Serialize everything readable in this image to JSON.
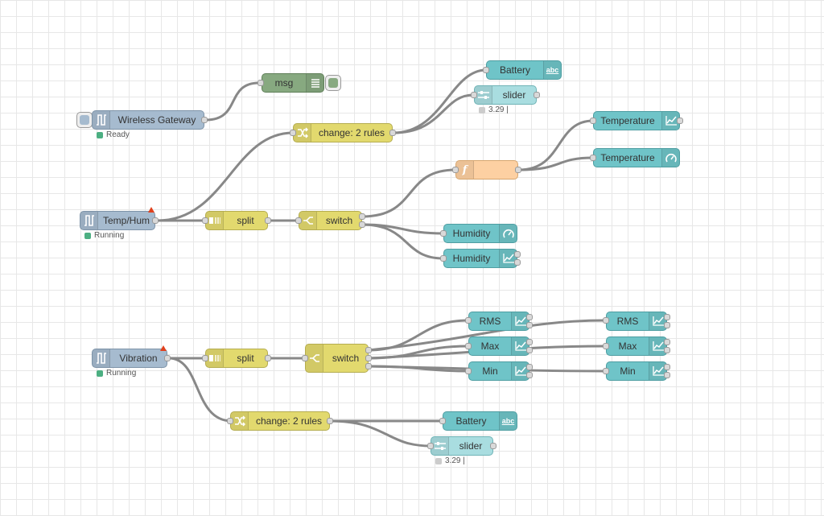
{
  "colors": {
    "ui": "#6fc4c8",
    "function_yellow": "#e2d96e",
    "input_blue": "#a6bbcf",
    "debug_green": "#87a980",
    "func_orange": "#fdd0a2",
    "wire": "#888888"
  },
  "nodes": {
    "msg": {
      "label": "msg",
      "icon": "list-icon"
    },
    "wireless_gateway": {
      "label": "Wireless Gateway",
      "icon": "pulse-icon",
      "status": "Ready"
    },
    "change_top": {
      "label": "change: 2 rules",
      "icon": "shuffle-icon"
    },
    "battery_top": {
      "label": "Battery",
      "icon": "abc-icon"
    },
    "slider_top": {
      "label": "slider",
      "icon": "slider-icon",
      "status": "3.29 |"
    },
    "function": {
      "label": "",
      "icon": "function-icon"
    },
    "temperature_chart": {
      "label": "Temperature",
      "icon": "chart-icon"
    },
    "temperature_gauge": {
      "label": "Temperature",
      "icon": "gauge-icon"
    },
    "temp_hum": {
      "label": "Temp/Hum",
      "icon": "pulse-icon",
      "status": "Running"
    },
    "split_top": {
      "label": "split",
      "icon": "split-icon"
    },
    "switch_top": {
      "label": "switch",
      "icon": "switch-icon"
    },
    "humidity_gauge": {
      "label": "Humidity",
      "icon": "gauge-icon"
    },
    "humidity_chart": {
      "label": "Humidity",
      "icon": "chart-icon"
    },
    "vibration": {
      "label": "Vibration",
      "icon": "pulse-icon",
      "status": "Running"
    },
    "split_bottom": {
      "label": "split",
      "icon": "split-icon"
    },
    "switch_bottom": {
      "label": "switch",
      "icon": "switch-icon"
    },
    "rms_1": {
      "label": "RMS",
      "icon": "chart-icon"
    },
    "max_1": {
      "label": "Max",
      "icon": "chart-icon"
    },
    "min_1": {
      "label": "Min",
      "icon": "chart-icon"
    },
    "rms_2": {
      "label": "RMS",
      "icon": "chart-icon"
    },
    "max_2": {
      "label": "Max",
      "icon": "chart-icon"
    },
    "min_2": {
      "label": "Min",
      "icon": "chart-icon"
    },
    "change_bottom": {
      "label": "change: 2 rules",
      "icon": "shuffle-icon"
    },
    "battery_bottom": {
      "label": "Battery",
      "icon": "abc-icon"
    },
    "slider_bottom": {
      "label": "slider",
      "icon": "slider-icon",
      "status": "3.29 |"
    }
  }
}
